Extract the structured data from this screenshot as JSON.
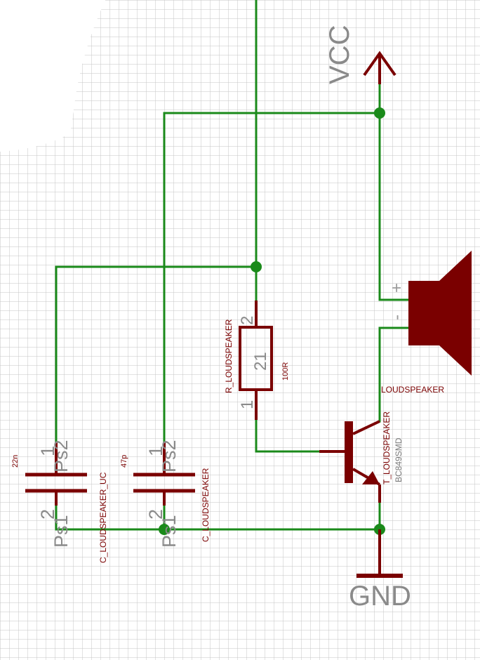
{
  "colors": {
    "wire": "#1a8a1a",
    "symbol": "#7a0000",
    "junction": "#1a8a1a",
    "grid": "#c6c6c6",
    "pin_text": "#8a8a8a"
  },
  "supplies": {
    "vcc": "VCC",
    "gnd": "GND"
  },
  "resistor": {
    "name": "R_LOUDSPEAKER",
    "value": "100R",
    "pin_top": "2",
    "pin_bottom": "1",
    "pin_marker": "21"
  },
  "capacitor_uc": {
    "name": "C_LOUDSPEAKER_UC",
    "value": "22n",
    "pin_top": "1",
    "pin_bottom": "2",
    "ghost_top": "Ps2",
    "ghost_bottom": "Ps1"
  },
  "capacitor": {
    "name": "C_LOUDSPEAKER",
    "value": "47p",
    "pin_top": "1",
    "pin_bottom": "2",
    "ghost_top": "Ps2",
    "ghost_bottom": "Ps1"
  },
  "transistor": {
    "name": "T_LOUDSPEAKER",
    "value": "BC849SMD"
  },
  "speaker": {
    "name": "LOUDSPEAKER",
    "plus": "+",
    "minus": "-"
  }
}
